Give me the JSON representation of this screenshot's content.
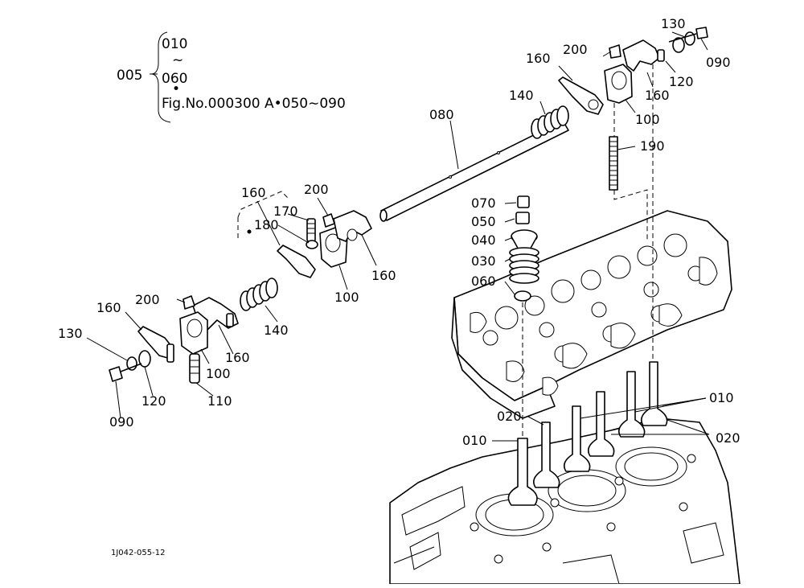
{
  "note": {
    "group_code": "005",
    "range_start": "010",
    "range_tilde": "~",
    "range_end": "060",
    "dot": "•",
    "reference": "Fig.No.000300  A•050∼090"
  },
  "callouts": {
    "valve_a": "010",
    "valve_b": "010",
    "guide_a": "020",
    "guide_b": "020",
    "spring": "030",
    "retainer": "040",
    "collet": "050",
    "seal": "060",
    "cap": "070",
    "shaft": "080",
    "screw_right": "090",
    "screw_left": "090",
    "bracket_right": "100",
    "bracket_mid": "100",
    "bracket_left": "100",
    "plug": "110",
    "washer_right": "120",
    "washer_left": "120",
    "washer2_right": "130",
    "washer2_left": "130",
    "spring_right": "140",
    "spring_mid": "140",
    "arm_r1": "160",
    "arm_r2": "160",
    "arm_m1": "160",
    "arm_m2": "160",
    "arm_l1": "160",
    "arm_l2": "160",
    "adjust_screw": "170",
    "nut_mid": "180",
    "stud": "190",
    "nut_right": "200",
    "nut_mid2": "200",
    "nut_left": "200"
  },
  "drawing_code": "1J042-055-12"
}
